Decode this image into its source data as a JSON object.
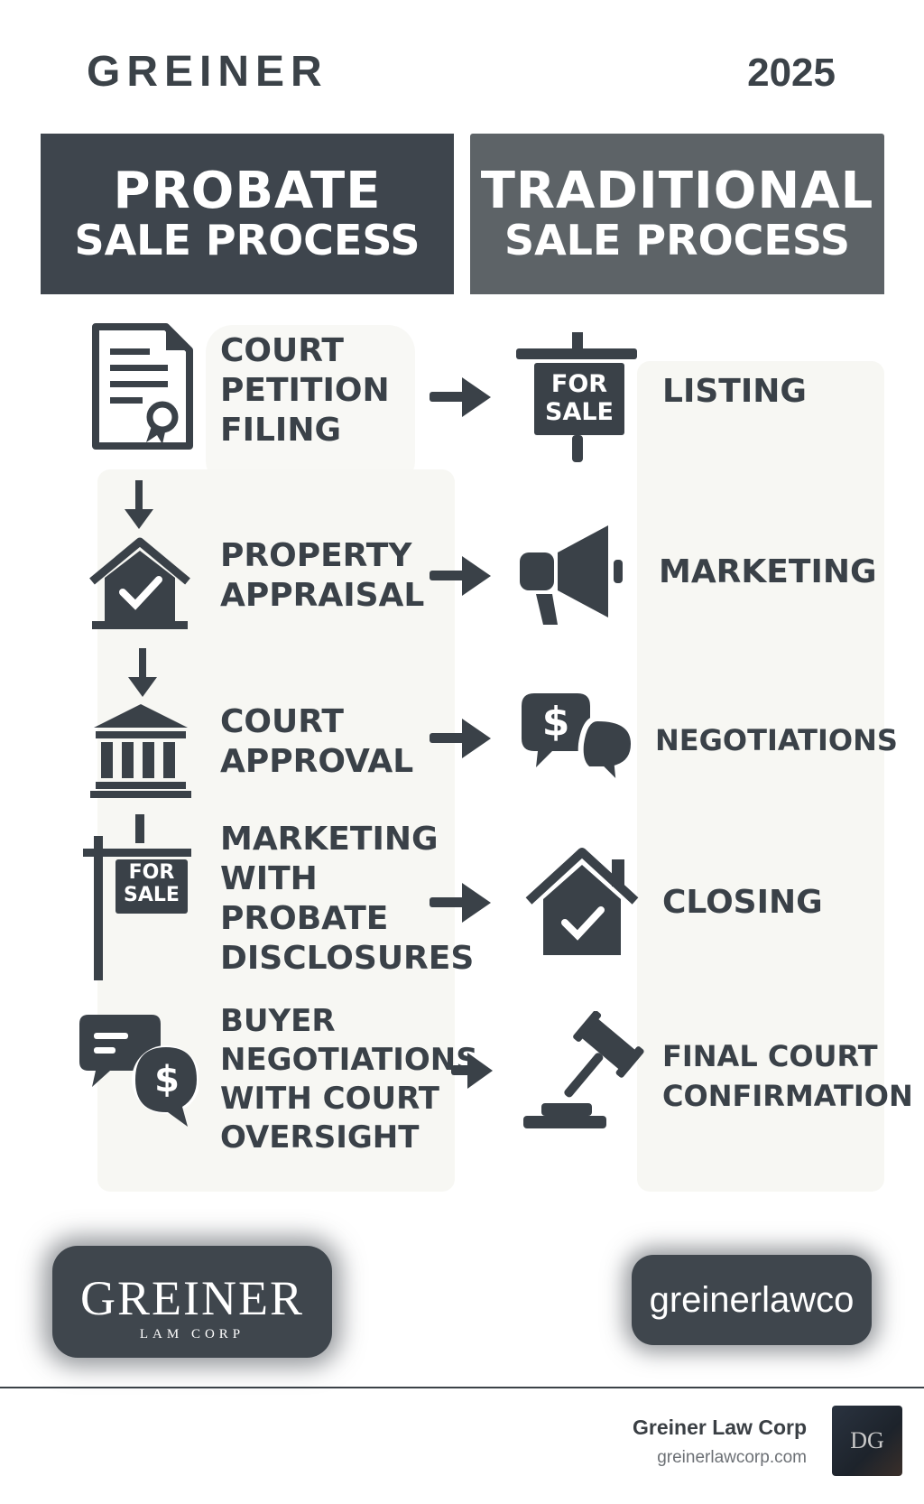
{
  "header": {
    "brand": "GREINER",
    "year": "2025"
  },
  "columns": {
    "probate": {
      "line1": "PROBATE",
      "line2": "SALE PROCESS"
    },
    "traditional": {
      "line1": "TRADITIONAL",
      "line2": "SALE PROCESS"
    }
  },
  "probate_steps": [
    {
      "label": "COURT\nPETITION\nFILING",
      "icon": "certificate-document-icon"
    },
    {
      "label": "PROPERTY\nAPPRAISAL",
      "icon": "house-check-icon"
    },
    {
      "label": "COURT\nAPPROVAL",
      "icon": "courthouse-icon"
    },
    {
      "label": "MARKETING\nWITH\nPROBATE\nDISCLOSURES",
      "icon": "for-sale-sign-icon",
      "sign_text": "FOR\nSALE"
    },
    {
      "label": "BUYER\nNEGOTIATIONS\nWITH COURT\nOVERSIGHT",
      "icon": "chat-dollar-icon"
    }
  ],
  "traditional_steps": [
    {
      "label": "LISTING",
      "icon": "for-sale-sign-icon",
      "sign_text": "FOR\nSALE"
    },
    {
      "label": "MARKETING",
      "icon": "megaphone-icon"
    },
    {
      "label": "NEGOTIATIONS",
      "icon": "chat-dollar-icon"
    },
    {
      "label": "CLOSING",
      "icon": "house-check-icon"
    },
    {
      "label": "FINAL COURT\nCONFIRMATION",
      "icon": "gavel-icon"
    }
  ],
  "logo": {
    "main": "GREINER",
    "sub": "LAM CORP"
  },
  "url_badge": "greinerlawco",
  "footer": {
    "name": "Greiner Law Corp",
    "url": "greinerlawcorp.com",
    "avatar_text": "DG"
  },
  "colors": {
    "dark": "#3e454d",
    "mid": "#5d6367",
    "panel": "#f7f7f3",
    "text": "#3a4148"
  }
}
